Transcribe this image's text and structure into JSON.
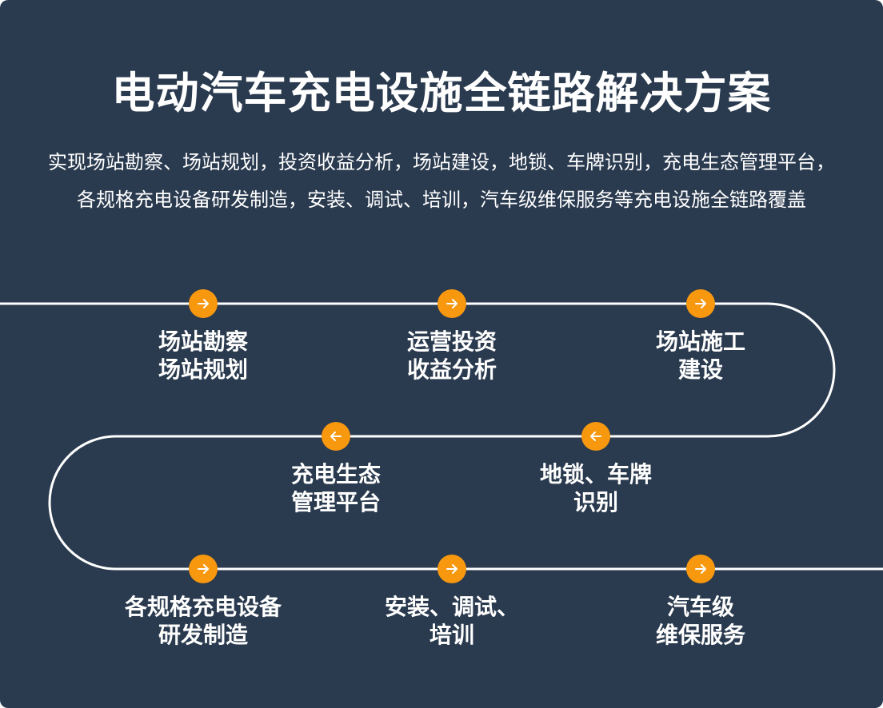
{
  "title": "电动汽车充电设施全链路解决方案",
  "subtitle": "实现场站勘察、场站规划，投资收益分析，场站建设，地锁、车牌识别，充电生态管理平台，各规格充电设备研发制造，安装、调试、培训，汽车级维保服务等充电设施全链路覆盖",
  "colors": {
    "background": "#2a3a4f",
    "accent": "#f7980f"
  },
  "steps": [
    {
      "line1": "场站勘察",
      "line2": "场站规划",
      "icon": "arrow-right-icon"
    },
    {
      "line1": "运营投资",
      "line2": "收益分析",
      "icon": "arrow-right-icon"
    },
    {
      "line1": "场站施工",
      "line2": "建设",
      "icon": "arrow-right-icon"
    },
    {
      "line1": "地锁、车牌",
      "line2": "识别",
      "icon": "arrow-left-icon"
    },
    {
      "line1": "充电生态",
      "line2": "管理平台",
      "icon": "arrow-left-icon"
    },
    {
      "line1": "各规格充电设备",
      "line2": "研发制造",
      "icon": "arrow-right-icon"
    },
    {
      "line1": "安装、调试、",
      "line2": "培训",
      "icon": "arrow-right-icon"
    },
    {
      "line1": "汽车级",
      "line2": "维保服务",
      "icon": "arrow-right-icon"
    }
  ]
}
